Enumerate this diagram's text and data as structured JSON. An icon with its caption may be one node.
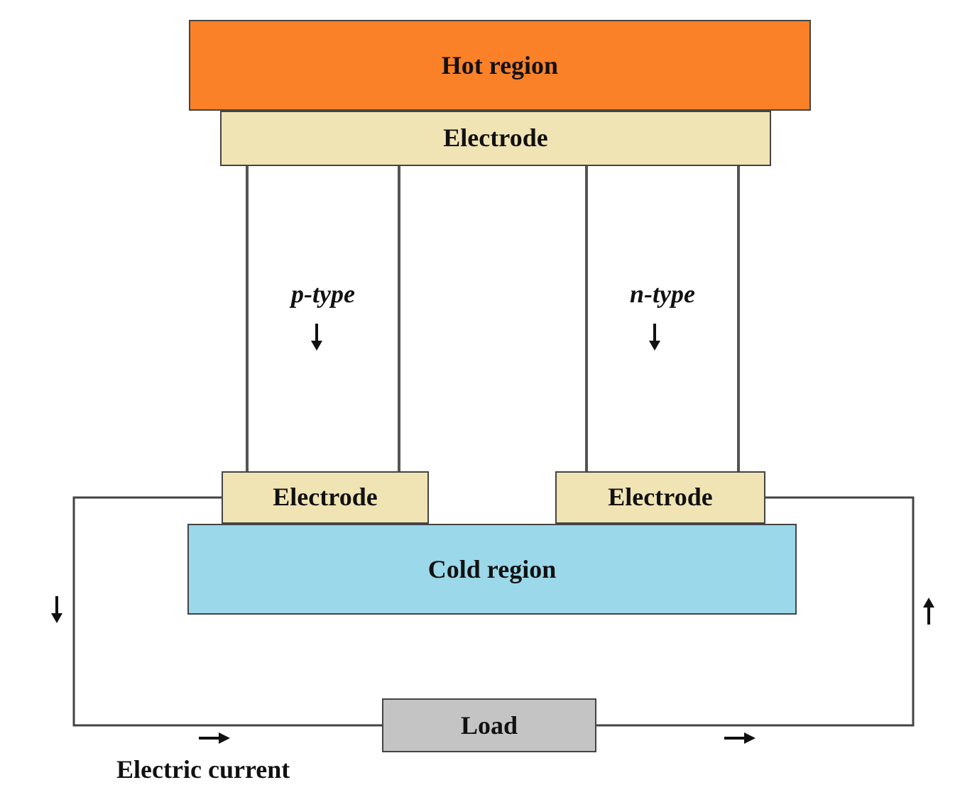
{
  "diagram": {
    "nodes": [
      {
        "text": [
          "Hot region"
        ]
      },
      {
        "text": [
          "Electrode"
        ]
      },
      {
        "text": [
          "p-type"
        ]
      },
      {
        "text": [
          "n-type"
        ]
      },
      {
        "text": [
          "Electrode"
        ]
      },
      {
        "text": [
          "Electrode"
        ]
      },
      {
        "text": [
          "Cold region"
        ]
      },
      {
        "text": [
          "Load"
        ]
      }
    ],
    "edges": [
      {
        "from": 4,
        "to": 7,
        "arrow": "none"
      },
      {
        "from": 7,
        "to": 5,
        "arrow": "none"
      }
    ],
    "labels": [
      "Electric current"
    ]
  }
}
